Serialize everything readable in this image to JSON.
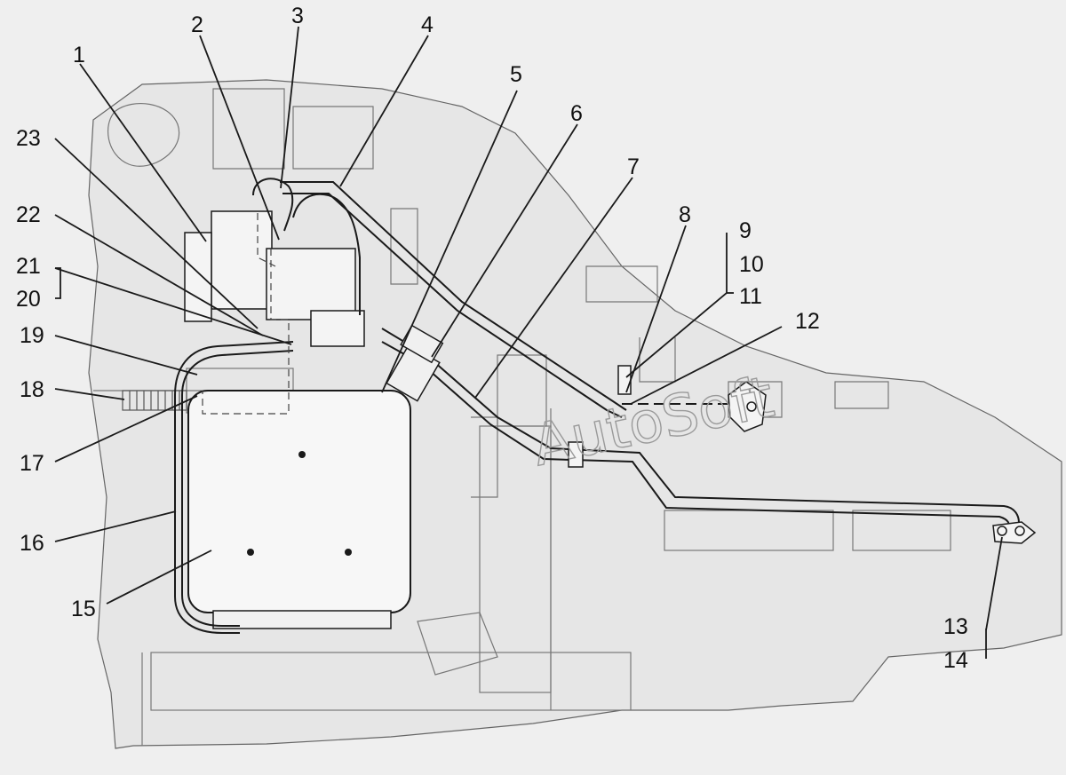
{
  "figure": {
    "callouts": [
      "1",
      "2",
      "3",
      "4",
      "5",
      "6",
      "7",
      "8",
      "9",
      "10",
      "11",
      "12",
      "13",
      "14",
      "15",
      "16",
      "17",
      "18",
      "19",
      "20",
      "21",
      "22",
      "23"
    ],
    "watermark": "AutoSoft"
  },
  "colors": {
    "background": "#efefef",
    "line": "#1a1a1a",
    "faint_line": "#777777",
    "grille": "#555555"
  }
}
